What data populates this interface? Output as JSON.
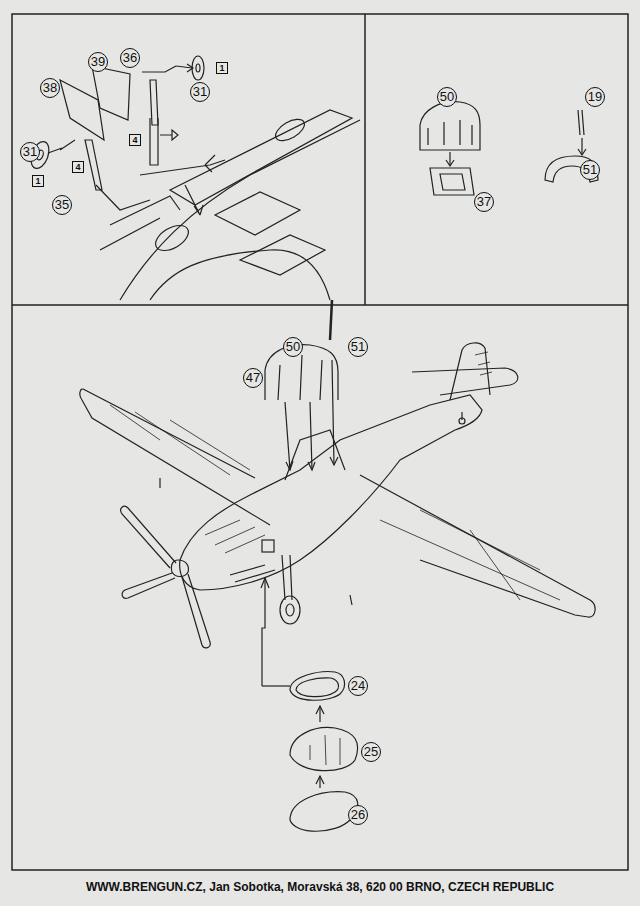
{
  "diagram": {
    "labels": [
      "39",
      "36",
      "1",
      "38",
      "31",
      "4",
      "31",
      "4",
      "1",
      "35",
      "50",
      "19",
      "37",
      "51",
      "50",
      "51",
      "47",
      "24",
      "25",
      "26",
      "WWW.BRENGUN.CZ, Jan Sobotka, Moravská 38, 620 00 BRNO, CZECH REPUBLIC"
    ]
  }
}
